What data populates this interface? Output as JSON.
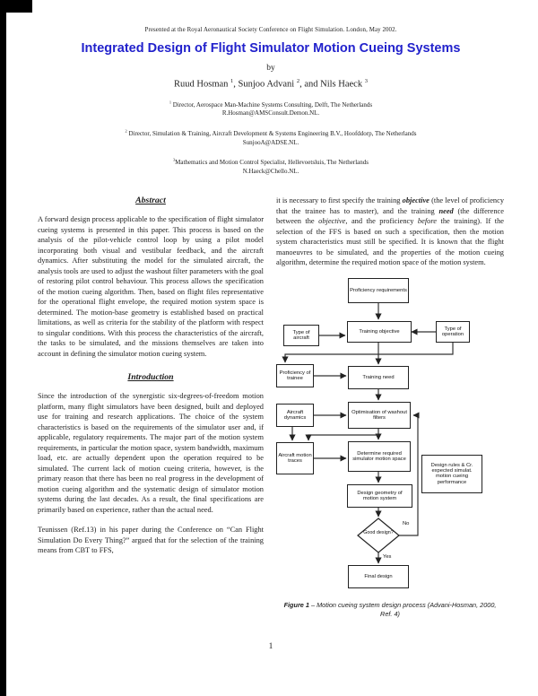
{
  "header_line": "Presented at the Royal Aeronautical Society Conference on Flight Simulation. London, May 2002.",
  "title": "Integrated Design of Flight Simulator Motion Cueing Systems",
  "byline": "by",
  "authors_segments": [
    {
      "t": "Ruud Hosman "
    },
    {
      "t": "1",
      "s": "sup"
    },
    {
      "t": ", Sunjoo Advani "
    },
    {
      "t": "2",
      "s": "sup"
    },
    {
      "t": ", and Nils Haeck "
    },
    {
      "t": "3",
      "s": "sup"
    }
  ],
  "affiliations": [
    {
      "line1_segments": [
        {
          "t": "1",
          "s": "sup"
        },
        {
          "t": " Director, Aerospace Man-Machine Systems Consulting, Delft, The Netherlands"
        }
      ],
      "email": "R.Hosman@AMSConsult.Demon.NL."
    },
    {
      "line1_segments": [
        {
          "t": "2",
          "s": "sup"
        },
        {
          "t": " Director, Simulation & Training, Aircraft Development & Systems Engineering B.V., Hoofddorp, The Netherlands"
        }
      ],
      "email": "SunjooA@ADSE.NL."
    },
    {
      "line1_segments": [
        {
          "t": "3",
          "s": "sup"
        },
        {
          "t": "Mathematics and Motion Control Specialist, Hellevoetsluis, The Netherlands"
        }
      ],
      "email": "N.Haeck@Chello.NL."
    }
  ],
  "left_column": {
    "abstract_heading": "Abstract",
    "abstract": "A forward design process applicable to the specification of flight simulator cueing systems is presented in this paper. This process is based on the analysis of the pilot-vehicle control loop by using a pilot model incorporating both visual and vestibular feedback, and the aircraft dynamics. After substituting the model for the simulated aircraft, the analysis tools are used to adjust the washout filter parameters with the goal of restoring pilot control behaviour. This process allows the specification of the motion cueing algorithm. Then, based on flight files representative for the operational flight envelope, the required motion system space is determined. The motion-base geometry is established based on practical limitations, as well as criteria for the stability of the platform with respect to singular conditions. With this process the characteristics of the aircraft, the tasks to be simulated, and the missions themselves are taken into account in defining the simulator motion cueing system.",
    "introduction_heading": "Introduction",
    "intro_p1": "Since the introduction of the synergistic six-degrees-of-freedom motion platform, many flight simulators have been designed, built and deployed use for training and research applications. The choice of the system characteristics is based on the requirements of the simulator user and, if applicable, regulatory requirements. The major part of the motion system requirements, in particular the motion space, system bandwidth, maximum load, etc. are actually dependent upon the operation required to be simulated. The current lack of motion cueing criteria, however, is the primary reason that there has been no real progress in the development of motion cueing algorithm and the systematic design of simulator motion systems during the last decades. As a result, the final specifications are primarily based on experience, rather than the actual need.",
    "intro_p2": "Teunissen (Ref.13) in his paper during the Conference on “Can Flight Simulation Do Every Thing?” argued that for the selection of the training means from CBT to FFS,"
  },
  "right_column": {
    "paragraph_segments": [
      {
        "t": "it is necessary to first specify the training "
      },
      {
        "t": "objective",
        "s": "bolditalic"
      },
      {
        "t": " (the level of proficiency that the trainee has to master), and the training "
      },
      {
        "t": "need",
        "s": "bolditalic"
      },
      {
        "t": " (the difference between the "
      },
      {
        "t": "objective",
        "s": "italic"
      },
      {
        "t": ", and the proficiency "
      },
      {
        "t": "before",
        "s": "italic"
      },
      {
        "t": " the training). If the selection of the FFS is based on such a specification, then the motion system characteristics must still be specified. It is known that the flight manoeuvres to be simulated, and the properties of the motion cueing algorithm, determine the required motion space of the motion system."
      }
    ]
  },
  "figure": {
    "nodes": {
      "proficiency_requirements": "Proficiency requirements",
      "type_of_aircraft": "Type of aircraft",
      "training_objective": "Training objective",
      "type_of_operation": "Type of operation",
      "proficiency_of_trainee": "Proficiency of trainee",
      "training_need": "Training need",
      "aircraft_dynamics": "Aircraft dynamics",
      "optimisation_washout": "Optimisation of washout filters",
      "aircraft_motion_traces": "Aircraft motion traces",
      "determine_motion_space": "Determine required simulator motion space",
      "design_rules": "Design rules & Cr. expected simulat. motion cueing performance",
      "design_geometry": "Design geometry of motion system",
      "good_design": "Good design?",
      "final_design": "Final design"
    },
    "labels": {
      "no": "No",
      "yes": "Yes"
    },
    "caption_segments": [
      {
        "t": "Figure 1",
        "s": "bolditalic"
      },
      {
        "t": " –  Motion cueing system design process (Advani-Hosman, 2000, Ref. 4)",
        "s": "italic"
      }
    ]
  },
  "page_number": "1",
  "colors": {
    "title_blue": "#2222cc",
    "text": "#1d1d1d"
  }
}
